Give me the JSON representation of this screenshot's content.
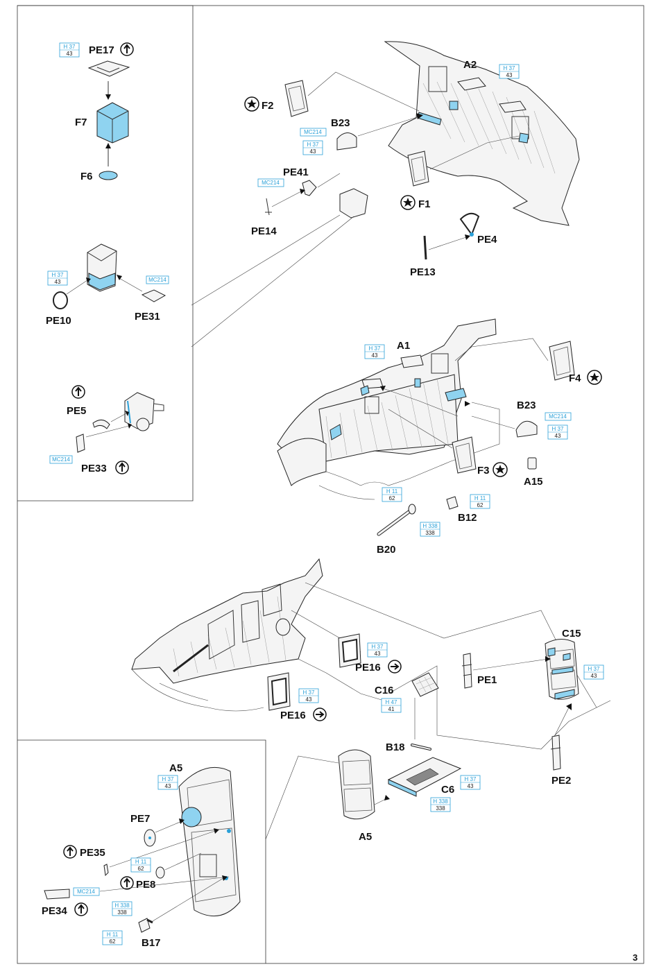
{
  "page_number": "3",
  "colors": {
    "paint_code": "#2aa0d8",
    "masking_fill": "#8fd3f0",
    "line": "#222222"
  },
  "icons": {
    "fold_up": "circled-up-arrow-icon",
    "fold_side": "circled-right-arrow-icon",
    "no_glue": "circled-star-icon"
  },
  "labels": {
    "PE17": "PE17",
    "F7": "F7",
    "F6": "F6",
    "PE10": "PE10",
    "PE31": "PE31",
    "PE5": "PE5",
    "PE33": "PE33",
    "A2": "A2",
    "F2": "F2",
    "B23_top": "B23",
    "PE41": "PE41",
    "PE14": "PE14",
    "F1": "F1",
    "PE4": "PE4",
    "PE13": "PE13",
    "A1": "A1",
    "F4": "F4",
    "B23_mid": "B23",
    "F3": "F3",
    "A15": "A15",
    "B12": "B12",
    "B20": "B20",
    "PE16_a": "PE16",
    "PE16_b": "PE16",
    "C15": "C15",
    "PE1": "PE1",
    "C16": "C16",
    "B18": "B18",
    "C6": "C6",
    "A5_center": "A5",
    "PE2": "PE2",
    "A5_inset": "A5",
    "PE7": "PE7",
    "PE35": "PE35",
    "PE8": "PE8",
    "PE34": "PE34",
    "B17": "B17"
  },
  "color_codes": {
    "pe17": {
      "code": "H 37",
      "num": "43"
    },
    "pe10": {
      "code": "H 37",
      "num": "43"
    },
    "pe31": {
      "code": "MC214",
      "num": ""
    },
    "pe33": {
      "code": "MC214",
      "num": ""
    },
    "a2": {
      "code": "H 37",
      "num": "43"
    },
    "b23_top_mc": {
      "code": "MC214",
      "num": ""
    },
    "b23_top_h": {
      "code": "H 37",
      "num": "43"
    },
    "pe41": {
      "code": "MC214",
      "num": ""
    },
    "a1": {
      "code": "H 37",
      "num": "43"
    },
    "b23_mid_mc": {
      "code": "MC214",
      "num": ""
    },
    "b23_mid_h": {
      "code": "H 37",
      "num": "43"
    },
    "b20": {
      "code": "H 11",
      "num": "62"
    },
    "b12": {
      "code": "H 11",
      "num": "62"
    },
    "b20_rod": {
      "code": "H 338",
      "num": "338"
    },
    "pe16_a": {
      "code": "H 37",
      "num": "43"
    },
    "pe16_b": {
      "code": "H 37",
      "num": "43"
    },
    "c15": {
      "code": "H 37",
      "num": "43"
    },
    "c16": {
      "code": "H 47",
      "num": "41"
    },
    "c6_h37": {
      "code": "H 37",
      "num": "43"
    },
    "c6_h338": {
      "code": "H 338",
      "num": "338"
    },
    "a5": {
      "code": "H 37",
      "num": "43"
    },
    "pe8": {
      "code": "H 11",
      "num": "62"
    },
    "pe34": {
      "code": "MC214",
      "num": ""
    },
    "b17_h338": {
      "code": "H 338",
      "num": "338"
    },
    "b17_h11": {
      "code": "H 11",
      "num": "62"
    }
  }
}
